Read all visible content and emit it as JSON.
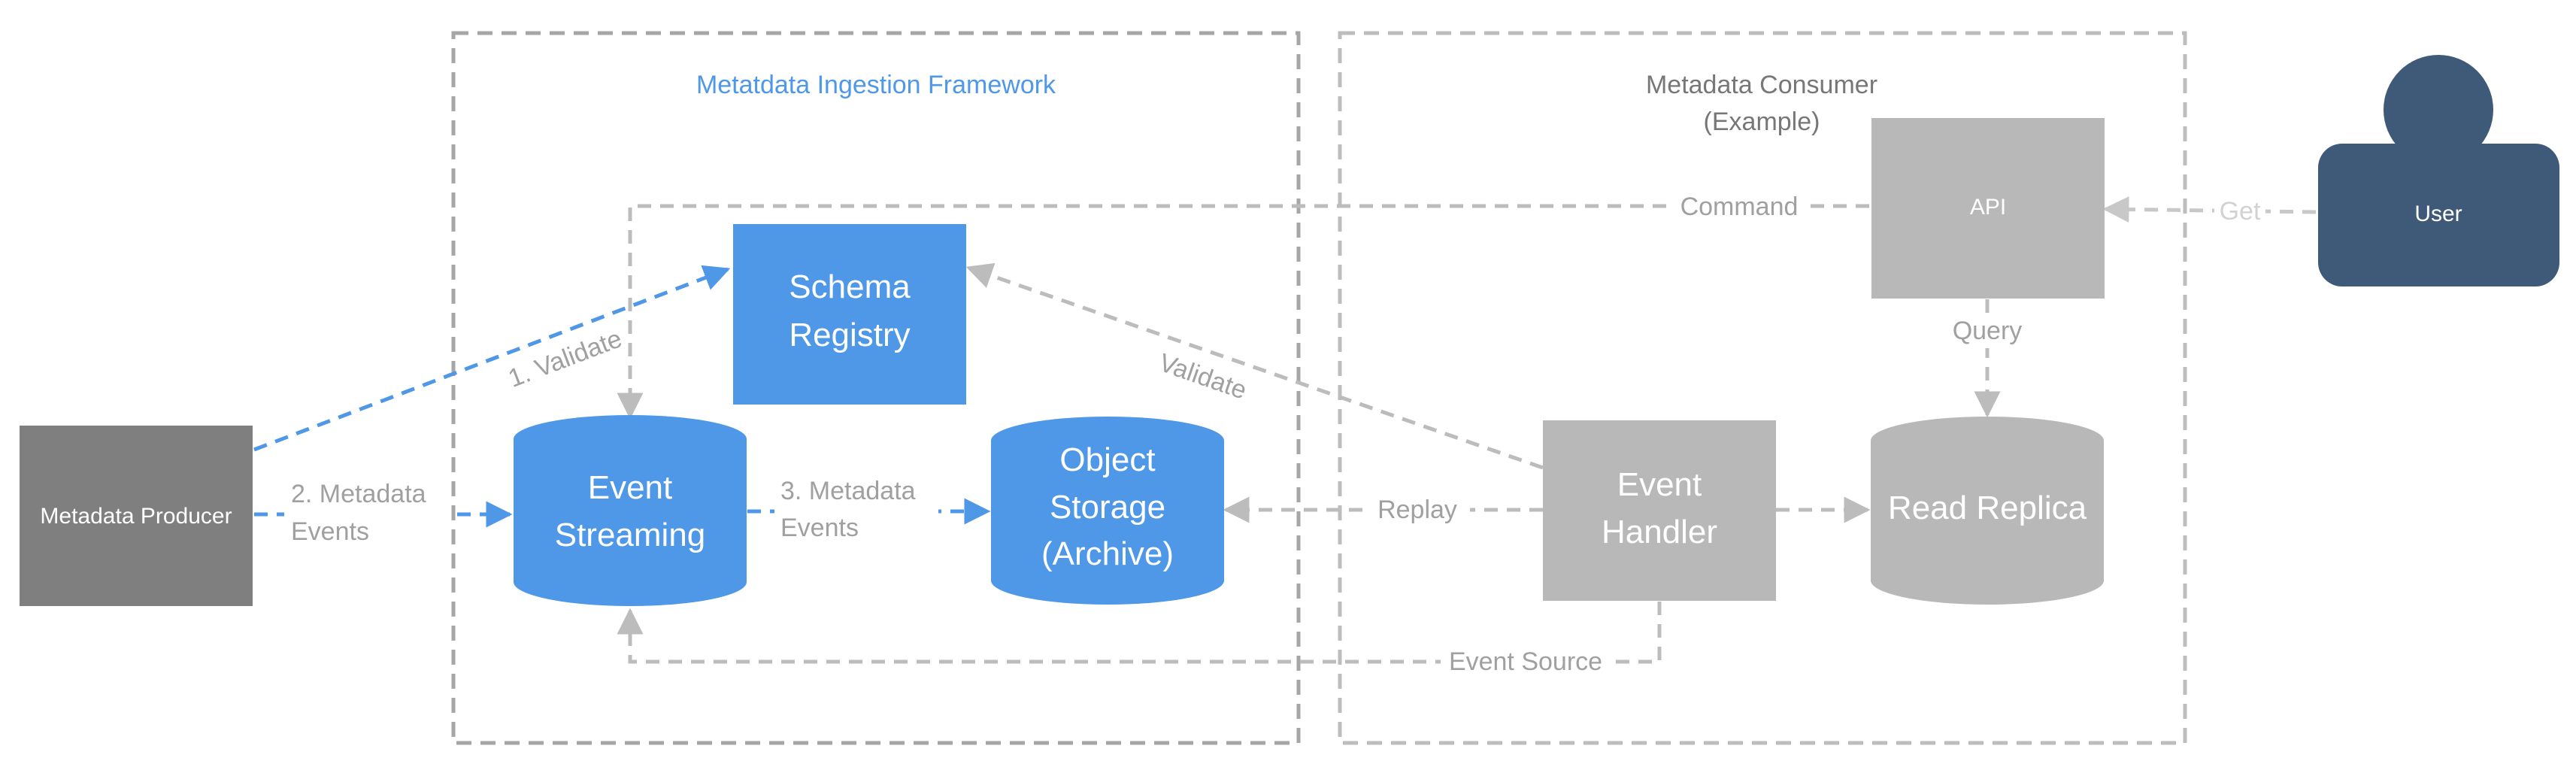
{
  "boundaries": {
    "ingestion": {
      "title": "Metatdata Ingestion Framework"
    },
    "consumer": {
      "title_line1": "Metadata Consumer",
      "title_line2": "(Example)"
    }
  },
  "nodes": {
    "producer": {
      "label": "Metadata Producer"
    },
    "schema_registry": {
      "line1": "Schema",
      "line2": "Registry"
    },
    "event_streaming": {
      "line1": "Event",
      "line2": "Streaming"
    },
    "object_storage": {
      "line1": "Object",
      "line2": "Storage",
      "line3": "(Archive)"
    },
    "api": {
      "label": "API"
    },
    "user": {
      "label": "User"
    },
    "event_handler": {
      "line1": "Event",
      "line2": "Handler"
    },
    "read_replica": {
      "label": "Read Replica"
    }
  },
  "edges": {
    "validate_1": "1. Validate",
    "metadata_events_2_line1": "2. Metadata",
    "metadata_events_2_line2": "Events",
    "metadata_events_3_line1": "3. Metadata",
    "metadata_events_3_line2": "Events",
    "command": "Command",
    "get": "Get",
    "query": "Query",
    "validate": "Validate",
    "replay": "Replay",
    "event_source": "Event Source"
  },
  "colors": {
    "blue": "#4f98e7",
    "gray_box": "#b8b8b8",
    "producer_gray": "#7f7f7f",
    "user_navy": "#3f5a78",
    "boundary": "#a6a6a6",
    "edge_gray": "#bcbcbc",
    "label_gray": "#a0a0a0",
    "title_dark": "#777777"
  }
}
